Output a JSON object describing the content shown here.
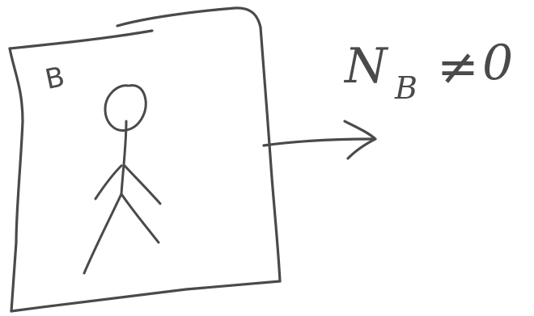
{
  "diagram": {
    "frame_label": "B",
    "equation": {
      "symbol": "N",
      "subscript": "B",
      "relation": "≠",
      "value": "0"
    }
  },
  "colors": {
    "ink": "#4a4a4a",
    "background": "#ffffff"
  }
}
